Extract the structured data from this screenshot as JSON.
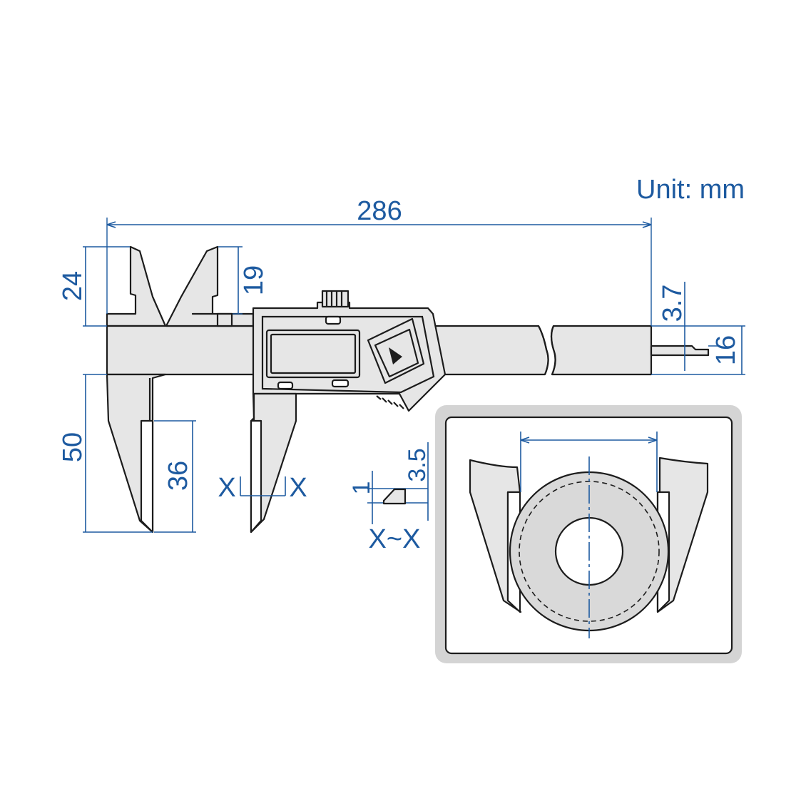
{
  "unit_label": "Unit: mm",
  "dimensions": {
    "overall_length": "286",
    "outside_jaw_depth": "24",
    "inside_jaw_depth": "19",
    "beam_width": "16",
    "depth_rod": "3.7",
    "lower_jaw_length": "50",
    "knife_edge_length": "36",
    "edge_thickness": "1",
    "edge_height": "3.5"
  },
  "section": {
    "marker_left": "X",
    "marker_right": "X",
    "label": "X~X"
  },
  "colors": {
    "dimension": "#1d5aa0",
    "outline": "#1c1c1c",
    "fill": "#e6e6e6",
    "inset_border": "#d4d4d4"
  }
}
